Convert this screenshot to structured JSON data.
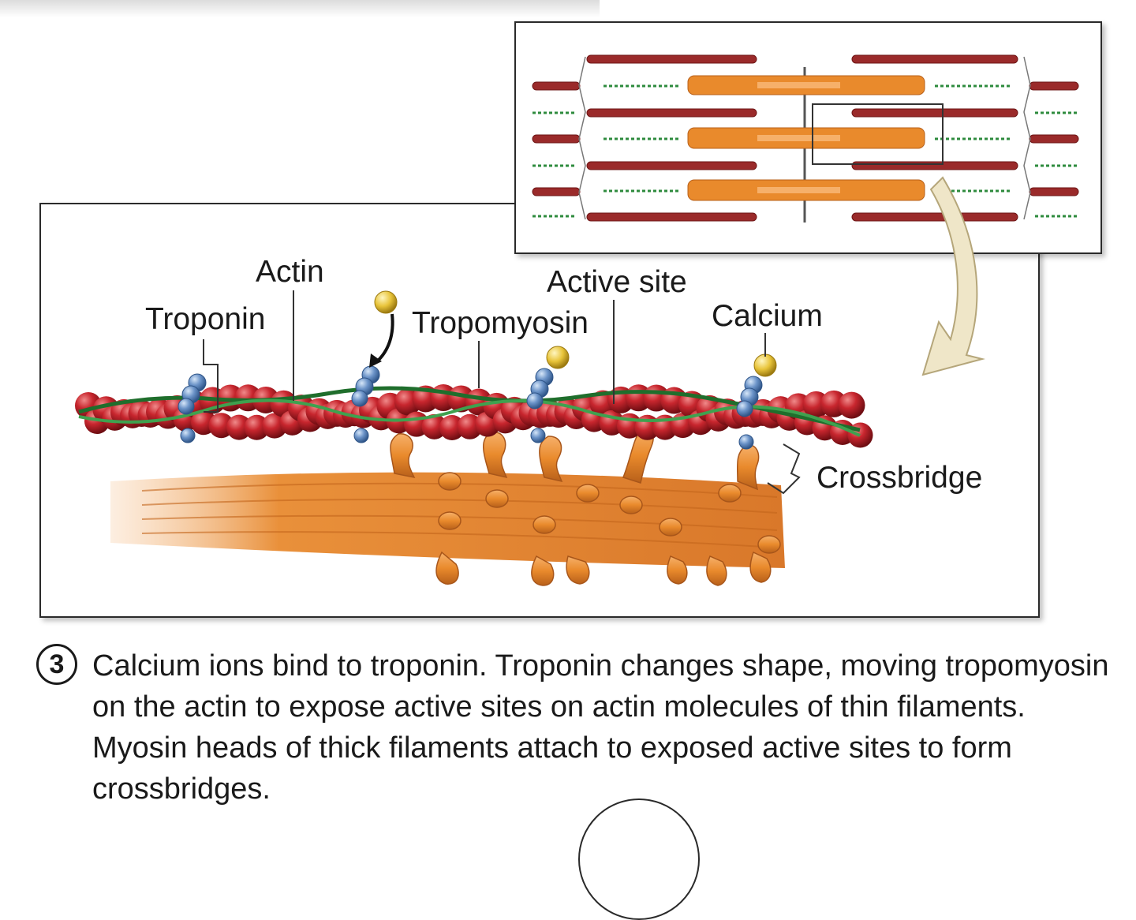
{
  "labels": {
    "actin": "Actin",
    "troponin": "Troponin",
    "tropomyosin": "Tropomyosin",
    "active_site": "Active site",
    "calcium": "Calcium",
    "crossbridge": "Crossbridge"
  },
  "step": {
    "number": "3",
    "text": "Calcium ions bind to troponin. Troponin changes shape, moving tropomyosin on the actin to expose active sites on actin molecules of thin filaments. Myosin heads of thick filaments attach to exposed active sites to form crossbridges."
  },
  "colors": {
    "actin": "#b8202a",
    "tropomyosin": "#2e8b3e",
    "troponin": "#6b93c8",
    "calcium": "#e8c43a",
    "myosin": "#e98a2c",
    "inset_arrow": "#efe6c8"
  }
}
